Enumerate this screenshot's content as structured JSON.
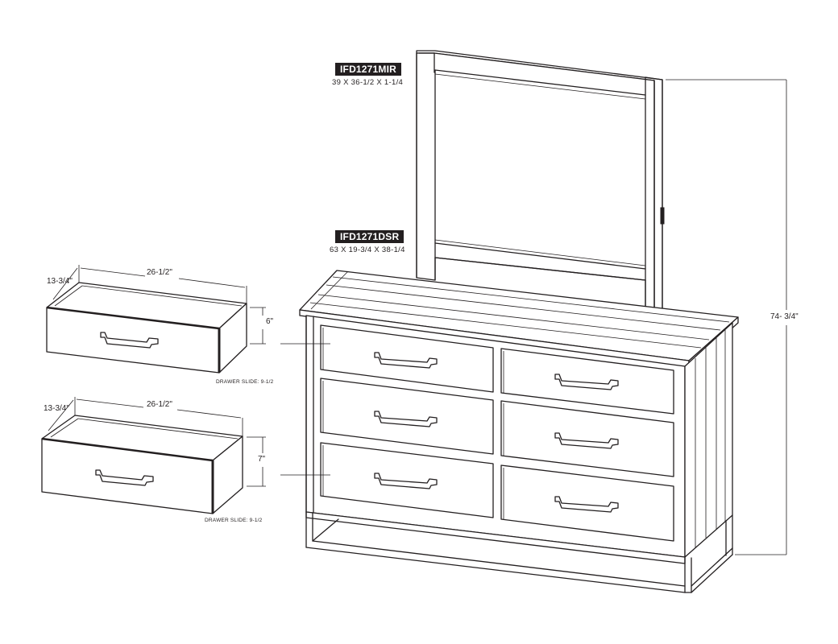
{
  "mirror": {
    "model": "IFD1271MIR",
    "size": "39 X 36-1/2 X 1-1/4"
  },
  "dresser": {
    "model": "IFD1271DSR",
    "size": "63 X 19-3/4 X 38-1/4"
  },
  "overall_height": "74- 3/4\"",
  "drawer_small": {
    "width": "26-1/2\"",
    "depth": "13-3/4\"",
    "height": "6\"",
    "note": "DRAWER SLIDE: 9-1/2"
  },
  "drawer_large": {
    "width": "26-1/2\"",
    "depth": "13-3/4\"",
    "height": "7\"",
    "note": "DRAWER SLIDE: 9-1/2"
  }
}
